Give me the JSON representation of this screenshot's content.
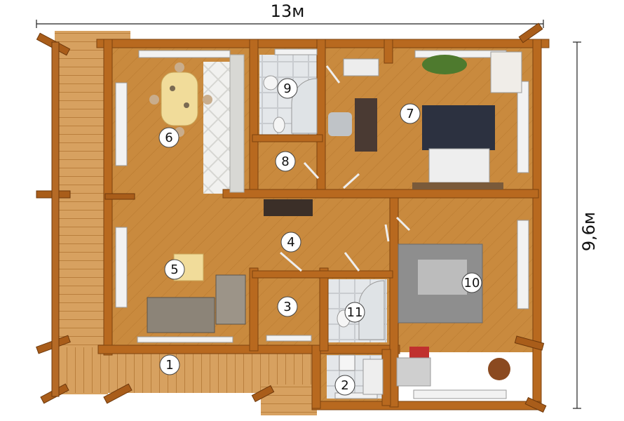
{
  "dimensions": {
    "width_label": "13м",
    "height_label": "9,6м"
  },
  "rooms": [
    {
      "id": "room-1",
      "number": "1"
    },
    {
      "id": "room-2",
      "number": "2"
    },
    {
      "id": "room-3",
      "number": "3"
    },
    {
      "id": "room-4",
      "number": "4"
    },
    {
      "id": "room-5",
      "number": "5"
    },
    {
      "id": "room-6",
      "number": "6"
    },
    {
      "id": "room-7",
      "number": "7"
    },
    {
      "id": "room-8",
      "number": "8"
    },
    {
      "id": "room-9",
      "number": "9"
    },
    {
      "id": "room-10",
      "number": "10"
    },
    {
      "id": "room-11",
      "number": "11"
    }
  ],
  "colors": {
    "wall": "#b8691f",
    "wall_dark": "#8a4a12",
    "floor": "#c98a3e",
    "deck": "#d9a15c",
    "tile": "#e6e9ec",
    "badge": "#ffffff"
  }
}
